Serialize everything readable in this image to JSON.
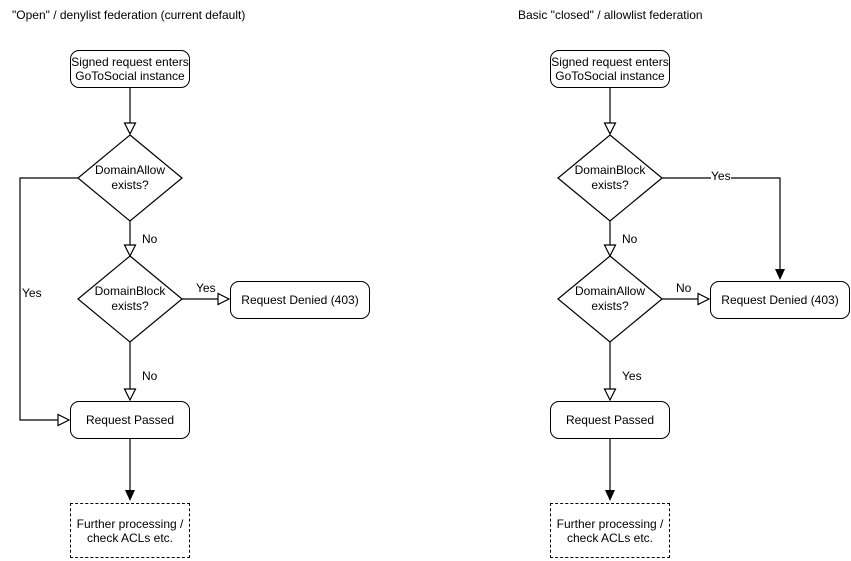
{
  "colors": {
    "stroke": "#000000",
    "background": "#ffffff",
    "text": "#000000"
  },
  "left_chart": {
    "title": "\"Open\" / denylist federation (current default)",
    "start": {
      "line1": "Signed request enters",
      "line2": "GoToSocial instance"
    },
    "decision1": {
      "line1": "DomainAllow",
      "line2": "exists?"
    },
    "decision2": {
      "line1": "DomainBlock",
      "line2": "exists?"
    },
    "denied": {
      "label": "Request Denied (403)"
    },
    "passed": {
      "label": "Request Passed"
    },
    "further": {
      "line1": "Further processing /",
      "line2": "check ACLs etc."
    },
    "edge_labels": {
      "decision1_yes": "Yes",
      "decision1_no": "No",
      "decision2_yes": "Yes",
      "decision2_no": "No"
    }
  },
  "right_chart": {
    "title": "Basic \"closed\" / allowlist federation",
    "start": {
      "line1": "Signed request enters",
      "line2": "GoToSocial instance"
    },
    "decision1": {
      "line1": "DomainBlock",
      "line2": "exists?"
    },
    "decision2": {
      "line1": "DomainAllow",
      "line2": "exists?"
    },
    "denied": {
      "label": "Request Denied (403)"
    },
    "passed": {
      "label": "Request Passed"
    },
    "further": {
      "line1": "Further processing /",
      "line2": "check ACLs etc."
    },
    "edge_labels": {
      "decision1_yes": "Yes",
      "decision1_no": "No",
      "decision2_no": "No",
      "decision2_yes": "Yes"
    }
  }
}
